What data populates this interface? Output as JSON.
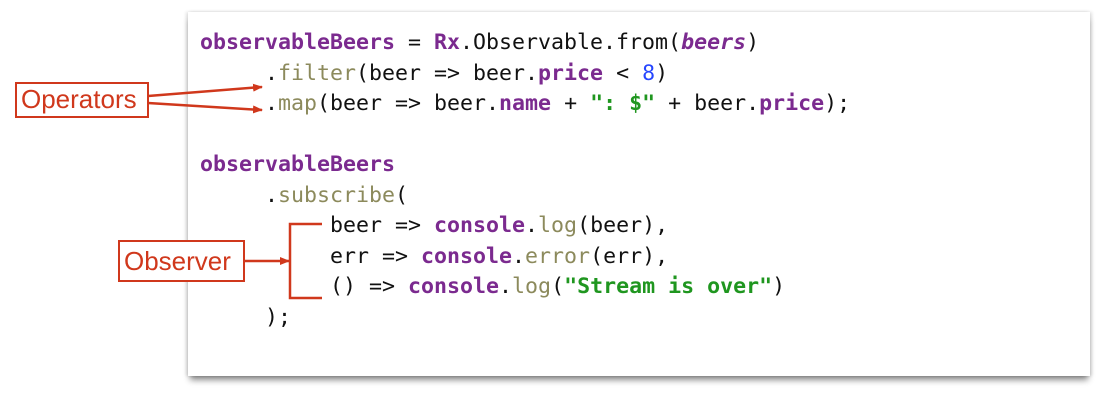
{
  "colors": {
    "annotation": "#d0381c",
    "keyword": "#7b2a8f",
    "method": "#8c8a5c",
    "number": "#2646ff",
    "string": "#1f961f"
  },
  "annotations": {
    "operators": "Operators",
    "observer": "Observer"
  },
  "code_lines": [
    [
      [
        "kw",
        "observableBeers"
      ],
      [
        "",
        "&nbsp;= "
      ],
      [
        "kw",
        "Rx"
      ],
      [
        "",
        ".Observable.from("
      ],
      [
        "kwi",
        "beers"
      ],
      [
        "",
        ")"
      ]
    ],
    [
      [
        "",
        "     ."
      ],
      [
        "fn",
        "filter"
      ],
      [
        "",
        "(beer => beer."
      ],
      [
        "kw",
        "price"
      ],
      [
        "",
        "",
        " < "
      ],
      [
        "num",
        "8"
      ],
      [
        "",
        ")"
      ]
    ],
    [
      [
        "",
        "     ."
      ],
      [
        "fn",
        "map"
      ],
      [
        "",
        "(beer => beer."
      ],
      [
        "kw",
        "name"
      ],
      [
        "",
        "",
        " + "
      ],
      [
        "str",
        "\": $\""
      ],
      [
        "",
        "",
        " + beer."
      ],
      [
        "kw",
        "price"
      ],
      [
        "",
        ");"
      ]
    ],
    [],
    [
      [
        "kw",
        "observableBeers"
      ]
    ],
    [
      [
        "",
        "     ."
      ],
      [
        "fn",
        "subscribe"
      ],
      [
        "",
        "("
      ]
    ],
    [
      [
        "",
        "          beer => "
      ],
      [
        "kw",
        "console"
      ],
      [
        "",
        "."
      ],
      [
        "fn",
        "log"
      ],
      [
        "",
        "(beer),"
      ]
    ],
    [
      [
        "",
        "          err => "
      ],
      [
        "kw",
        "console"
      ],
      [
        "",
        "."
      ],
      [
        "fn",
        "error"
      ],
      [
        "",
        "(err),"
      ]
    ],
    [
      [
        "",
        "          () => "
      ],
      [
        "kw",
        "console"
      ],
      [
        "",
        "."
      ],
      [
        "fn",
        "log"
      ],
      [
        "",
        "("
      ],
      [
        "str",
        "\"Stream is over\""
      ],
      [
        "",
        ")"
      ]
    ],
    [
      [
        "",
        "     );"
      ]
    ]
  ]
}
